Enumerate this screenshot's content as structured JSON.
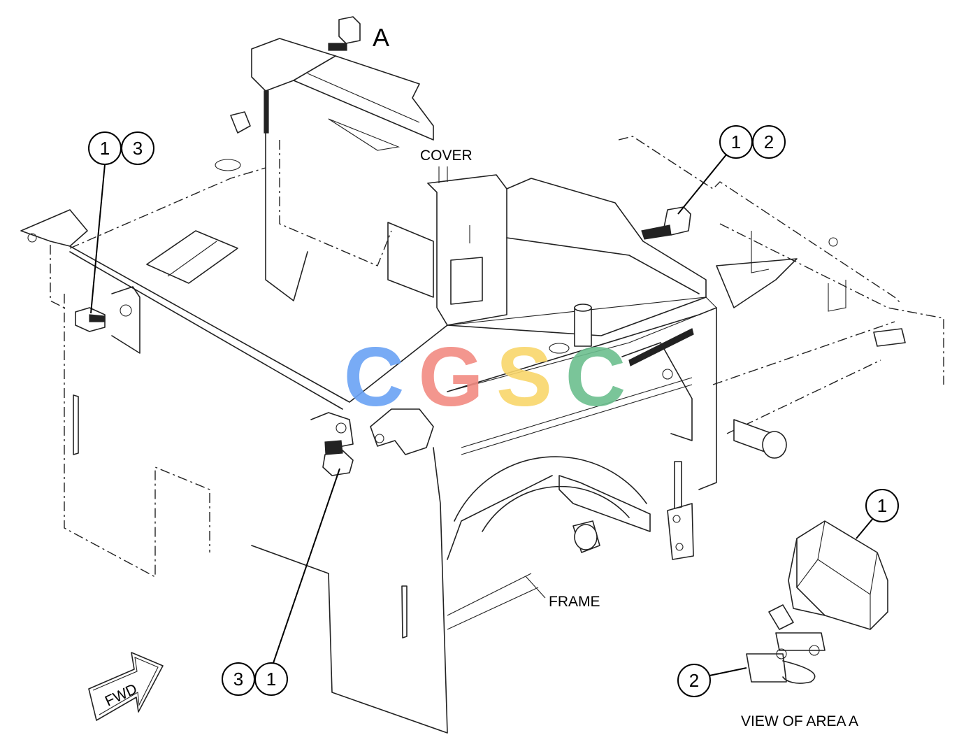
{
  "area_label": "A",
  "labels": {
    "cover": "COVER",
    "frame": "FRAME",
    "fwd": "FWD",
    "view": "VIEW OF AREA A"
  },
  "watermark": {
    "text": "CGSC",
    "letters": [
      "C",
      "G",
      "S",
      "C"
    ],
    "colors": [
      "#6aa2f5",
      "#f28b82",
      "#f9d66b",
      "#6cbf8f"
    ]
  },
  "callouts": [
    {
      "id": "left-top",
      "numbers": [
        "1",
        "3"
      ]
    },
    {
      "id": "right-top",
      "numbers": [
        "1",
        "2"
      ]
    },
    {
      "id": "bottom-center",
      "numbers": [
        "3",
        "1"
      ]
    },
    {
      "id": "view-light",
      "numbers": [
        "1"
      ]
    },
    {
      "id": "view-bracket",
      "numbers": [
        "2"
      ]
    }
  ]
}
